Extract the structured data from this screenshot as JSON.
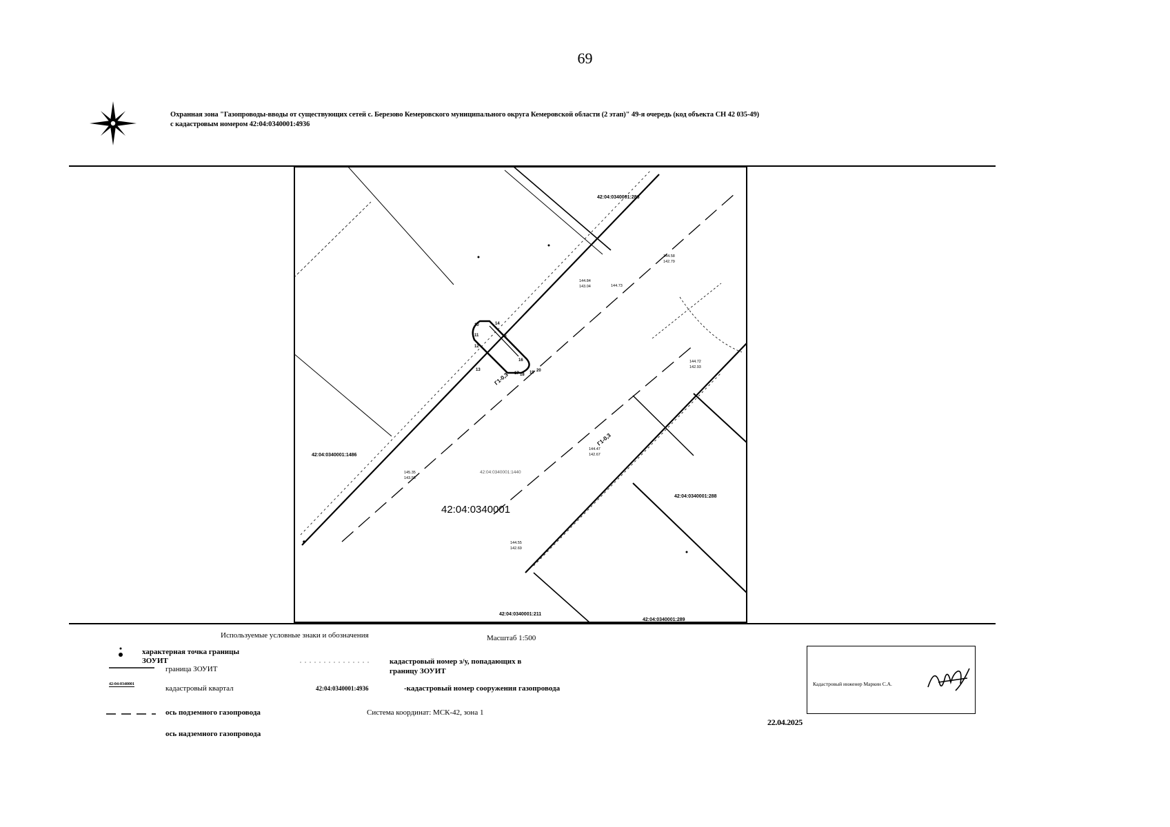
{
  "page_number": "69",
  "header": {
    "title_line1": "Охранная зона \"Газопроводы-вводы от существующих сетей с. Березово Кемеровского муниципального округа Кемеровской области (2 этап)\" 49-я очередь (код объекта СН 42 035-49)",
    "title_line2": "с кадастровым номером 42:04:0340001:4936"
  },
  "map": {
    "quarter_label": "42:04:0340001",
    "parcels": {
      "top": "42:04:0340001:286",
      "left": "42:04:0340001:1486",
      "right": "42:04:0340001:288",
      "bottom_left": "42:04:0340001:211",
      "bottom_right": "42:04:0340001:289",
      "road": "42:04:0340001:1440"
    },
    "point_ids": [
      "10",
      "11",
      "12",
      "13",
      "14",
      "15",
      "16",
      "17",
      "18",
      "19",
      "20"
    ],
    "pipe_labels": [
      "Г1-0,3",
      "Г1-0,3"
    ],
    "elevations": [
      [
        "144.58",
        "142.79"
      ],
      [
        "144.84",
        "143.04"
      ],
      "144.73",
      [
        "144.72",
        "142.93"
      ],
      [
        "144.47",
        "142.67"
      ],
      [
        "145.35",
        "143.55"
      ],
      [
        "144.55",
        "142.69"
      ]
    ]
  },
  "legend": {
    "heading": "Используемые условные знаки и обозначения",
    "point_label_a": "характерная точка границы",
    "point_label_b": "ЗОУИТ",
    "boundary_label": "граница ЗОУИТ",
    "quarter_sample": "42:04:0340001",
    "quarter_label": "кадастровый квартал",
    "parcel_label_a": "кадастровый номер з/у, попадающих в",
    "parcel_label_b": "границу ЗОУИТ",
    "structure_number": "42:04:0340001:4936",
    "structure_label": "-кадастровый номер сооружения газопровода",
    "underground_label": "ось подземного газопровода",
    "aboveground_label": "ось надземного газопровода",
    "scale": "Масштаб 1:500",
    "coordinate_system": "Система координат: МСК-42, зона 1"
  },
  "stamp": {
    "engineer_label": "Кадастровый инженер",
    "engineer_name": "Маркин С.А.",
    "date": "22.04.2025"
  }
}
